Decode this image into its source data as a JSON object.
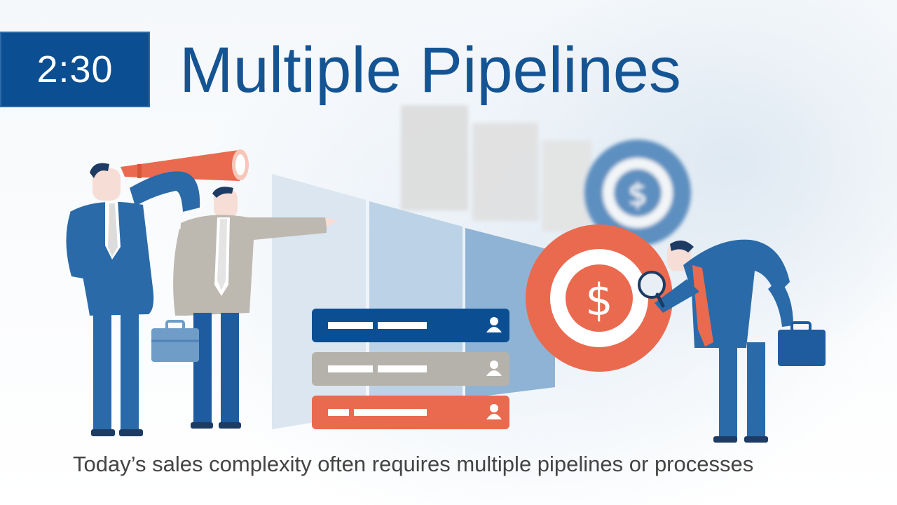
{
  "timer": {
    "value": "2:30"
  },
  "slide": {
    "title": "Multiple Pipelines",
    "caption": "Today’s sales complexity often requires multiple pipelines or processes"
  },
  "illustration": {
    "currency_symbol": "$",
    "pipeline_cards": [
      {
        "color": "#0b4f92",
        "icon": "user-icon"
      },
      {
        "color": "#b5b2ab",
        "icon": "user-icon"
      },
      {
        "color": "#ea6a4f",
        "icon": "user-icon"
      }
    ]
  },
  "colors": {
    "brand_blue": "#0b4f92",
    "accent_orange": "#ea6a4f",
    "neutral_gray": "#b5b2ab"
  }
}
